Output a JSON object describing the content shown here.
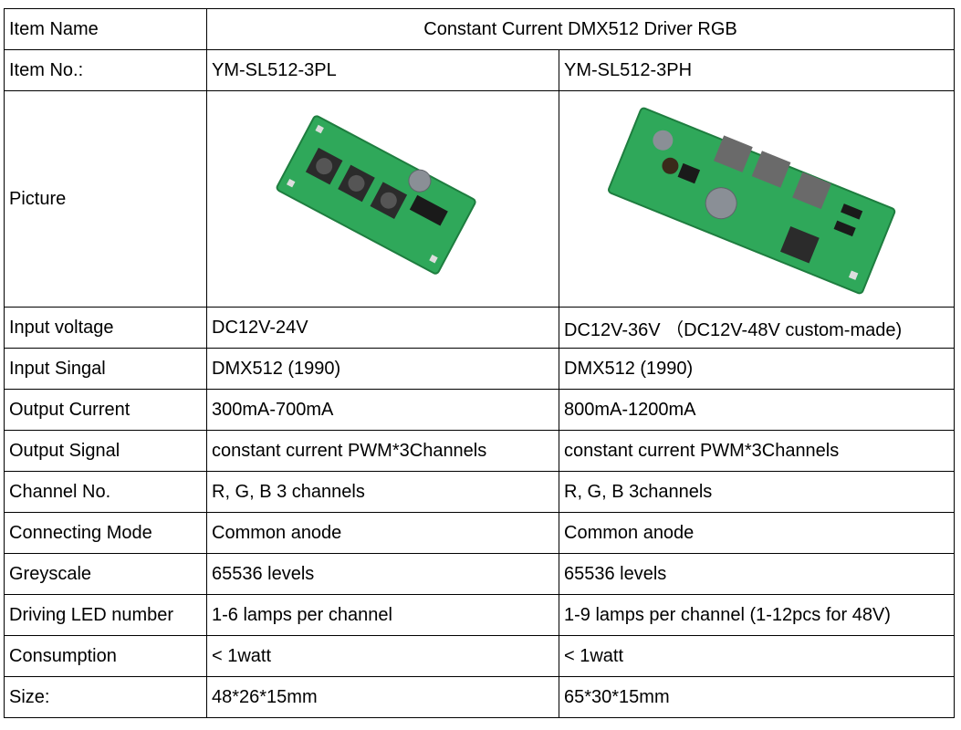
{
  "table": {
    "header": {
      "label": "Item Name",
      "title": "Constant Current DMX512 Driver RGB"
    },
    "item_no": {
      "label": "Item No.:",
      "model_a": "YM-SL512-3PL",
      "model_b": "YM-SL512-3PH"
    },
    "picture": {
      "label": "Picture",
      "image_a": "pcb-board-photo-small",
      "image_b": "pcb-board-photo-large"
    },
    "rows": [
      {
        "label": "Input voltage",
        "a": "DC12V-24V",
        "b": "DC12V-36V （DC12V-48V custom-made)"
      },
      {
        "label": "Input Singal",
        "a": "DMX512 (1990)",
        "b": "DMX512 (1990)"
      },
      {
        "label": "Output Current",
        "a": "300mA-700mA",
        "b": "800mA-1200mA"
      },
      {
        "label": "Output Signal",
        "a": "constant current PWM*3Channels",
        "b": "constant current PWM*3Channels"
      },
      {
        "label": "Channel No.",
        "a": "R, G, B 3 channels",
        "b": "R, G, B 3channels"
      },
      {
        "label": "Connecting Mode",
        "a": "Common anode",
        "b": "Common anode"
      },
      {
        "label": "Greyscale",
        "a": "65536 levels",
        "b": "65536 levels"
      },
      {
        "label": "Driving LED number",
        "a": "1-6 lamps per channel",
        "b": "1-9 lamps per channel (1-12pcs for 48V)"
      },
      {
        "label": "Consumption",
        "a": "< 1watt",
        "b": "< 1watt"
      },
      {
        "label": "Size:",
        "a": "48*26*15mm",
        "b": "65*30*15mm"
      }
    ],
    "colors": {
      "pcb_green": "#2fa85a",
      "pcb_dark": "#1e7d3f",
      "chip": "#1a1a1a",
      "capacitor": "#8a8f96"
    }
  }
}
